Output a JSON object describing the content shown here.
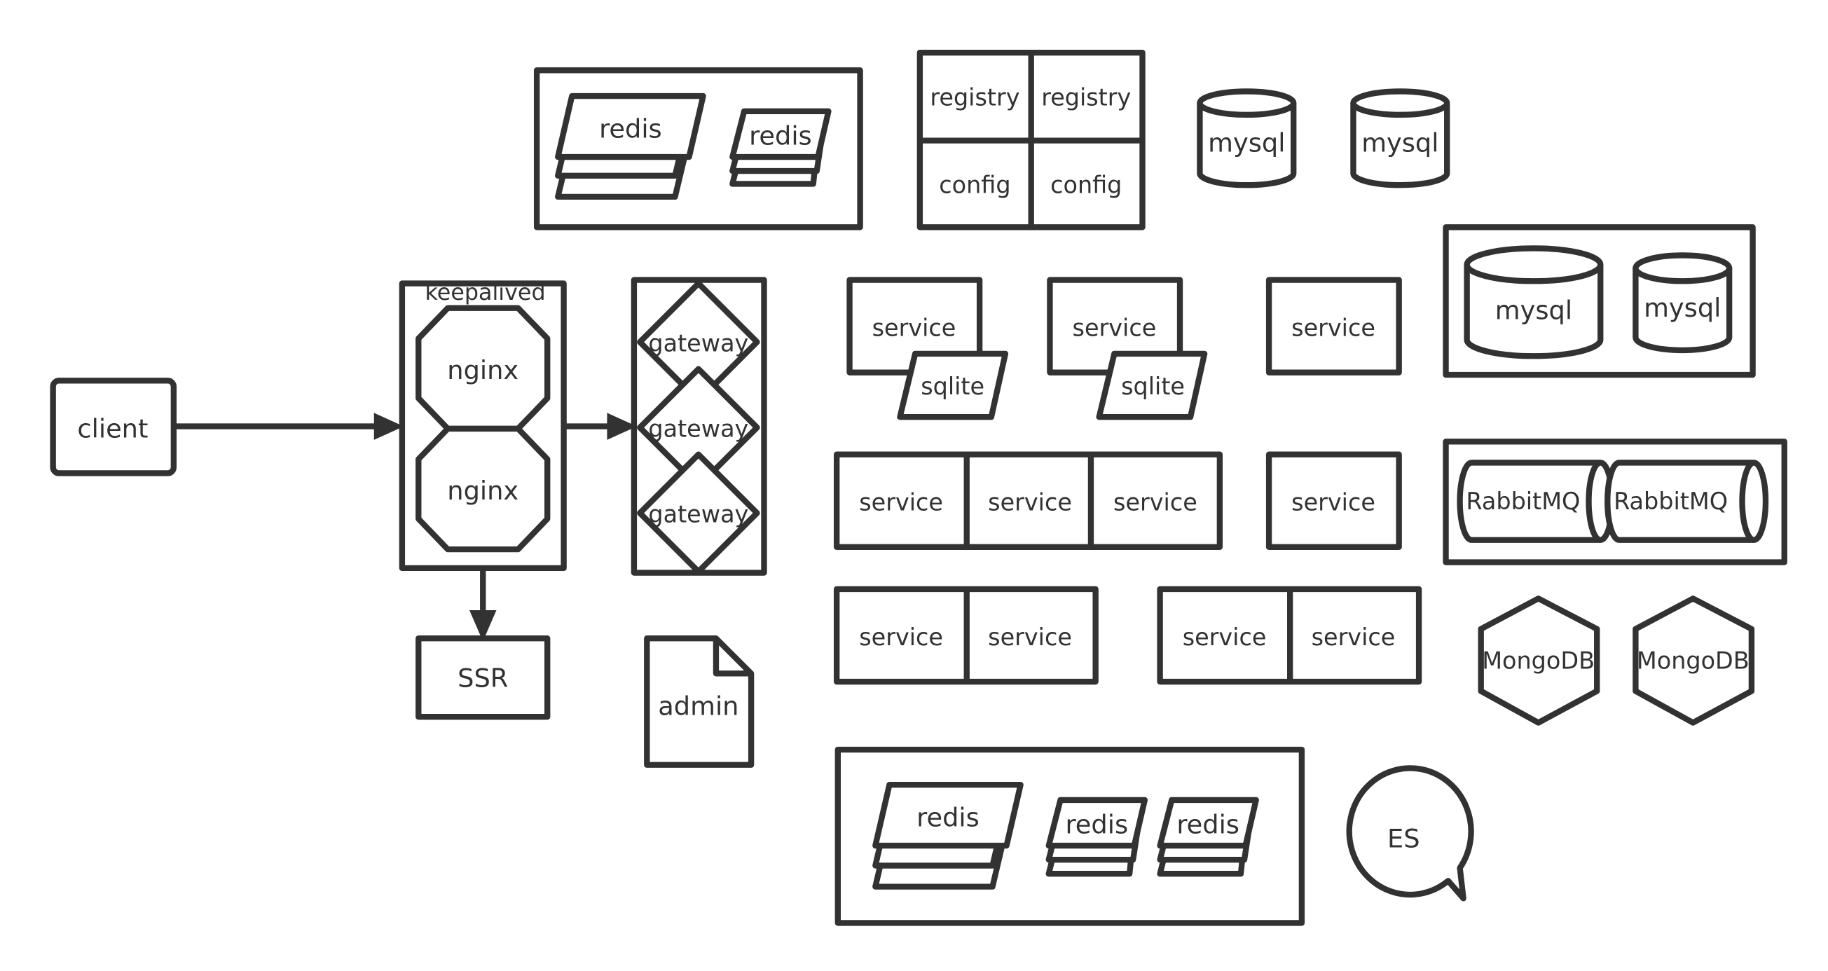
{
  "colors": {
    "stroke": "#323232",
    "background": "#ffffff",
    "text": "#323232"
  },
  "nodes": {
    "client": "client",
    "keepalived": "keepalived",
    "nginx_1": "nginx",
    "nginx_2": "nginx",
    "ssr": "SSR",
    "gateway_1": "gateway",
    "gateway_2": "gateway",
    "gateway_3": "gateway",
    "admin": "admin",
    "redis_top_large": "redis",
    "redis_top_small": "redis",
    "registry_1": "registry",
    "registry_2": "registry",
    "config_1": "config",
    "config_2": "config",
    "mysql_top_1": "mysql",
    "mysql_top_2": "mysql",
    "service_sqlite_1": "service",
    "sqlite_1": "sqlite",
    "service_sqlite_2": "service",
    "sqlite_2": "sqlite",
    "service_single_1": "service",
    "mysql_group_1": "mysql",
    "mysql_group_2": "mysql",
    "service_row3_1": "service",
    "service_row3_2": "service",
    "service_row3_3": "service",
    "service_single_2": "service",
    "rabbitmq_1": "RabbitMQ",
    "rabbitmq_2": "RabbitMQ",
    "service_pair1_1": "service",
    "service_pair1_2": "service",
    "service_pair2_1": "service",
    "service_pair2_2": "service",
    "mongodb_1": "MongoDB",
    "mongodb_2": "MongoDB",
    "redis_bottom_large": "redis",
    "redis_bottom_small_1": "redis",
    "redis_bottom_small_2": "redis",
    "es": "ES"
  }
}
